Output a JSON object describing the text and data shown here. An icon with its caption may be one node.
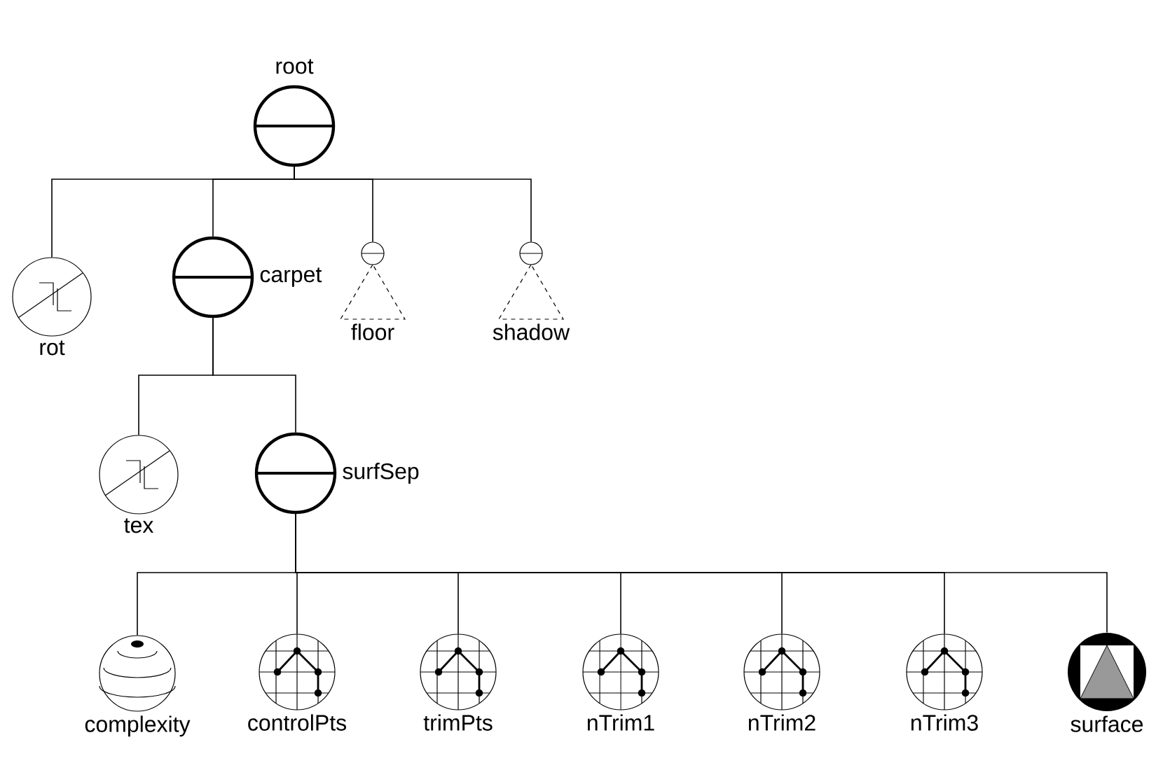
{
  "diagram": {
    "nodes": [
      {
        "text": [
          "root"
        ]
      },
      {
        "text": [
          "rot"
        ]
      },
      {
        "text": [
          "carpet"
        ]
      },
      {
        "text": [
          "floor"
        ]
      },
      {
        "text": [
          "shadow"
        ]
      },
      {
        "text": [
          "tex"
        ]
      },
      {
        "text": [
          "surfSep"
        ]
      },
      {
        "text": [
          "complexity"
        ]
      },
      {
        "text": [
          "controlPts"
        ]
      },
      {
        "text": [
          "trimPts"
        ]
      },
      {
        "text": [
          "nTrim1"
        ]
      },
      {
        "text": [
          "nTrim2"
        ]
      },
      {
        "text": [
          "nTrim3"
        ]
      },
      {
        "text": [
          "surface"
        ]
      }
    ],
    "edges": [
      {
        "from": 0,
        "to": 1,
        "arrow": "none"
      },
      {
        "from": 0,
        "to": 2,
        "arrow": "none"
      },
      {
        "from": 0,
        "to": 3,
        "arrow": "none"
      },
      {
        "from": 0,
        "to": 4,
        "arrow": "none"
      },
      {
        "from": 2,
        "to": 5,
        "arrow": "none"
      },
      {
        "from": 2,
        "to": 6,
        "arrow": "none"
      },
      {
        "from": 6,
        "to": 7,
        "arrow": "none"
      },
      {
        "from": 6,
        "to": 8,
        "arrow": "none"
      },
      {
        "from": 6,
        "to": 9,
        "arrow": "none"
      },
      {
        "from": 6,
        "to": 10,
        "arrow": "none"
      },
      {
        "from": 6,
        "to": 11,
        "arrow": "none"
      },
      {
        "from": 6,
        "to": 12,
        "arrow": "none"
      },
      {
        "from": 6,
        "to": 13,
        "arrow": "none"
      }
    ]
  }
}
